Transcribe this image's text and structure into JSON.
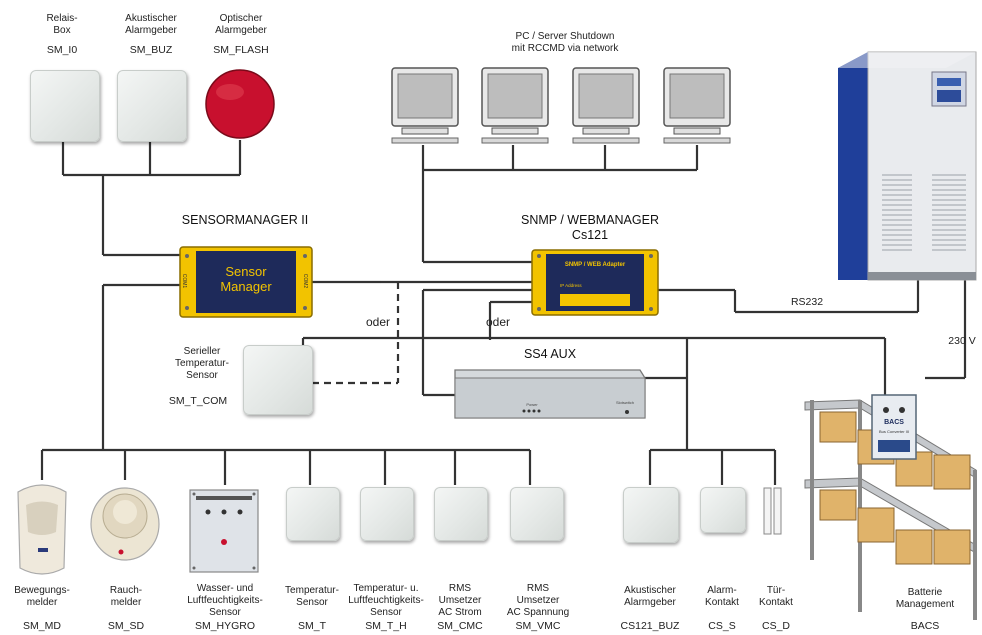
{
  "top_devices": {
    "relais": {
      "label": "Relais-\nBox",
      "code": "SM_I0"
    },
    "buzzer": {
      "label": "Akustischer\nAlarmgeber",
      "code": "SM_BUZ"
    },
    "flash": {
      "label": "Optischer\nAlarmgeber",
      "code": "SM_FLASH"
    }
  },
  "pc_group": {
    "label": "PC / Server Shutdown\nmit RCCMD via network"
  },
  "sensormanager": {
    "title": "SENSORMANAGER II",
    "screen_text": "Sensor\nManager",
    "side_left": "COM1",
    "side_right": "COM2"
  },
  "snmp": {
    "title": "SNMP / WEBMANAGER\nCs121",
    "panel_text": "SNMP / WEB  Adapter",
    "sub_text": "IP Address"
  },
  "connections": {
    "oder_1": "oder",
    "oder_2": "oder",
    "rs232": "RS232",
    "voltage": "230 V"
  },
  "serial_sensor": {
    "label": "Serieller\nTemperatur-\nSensor",
    "code": "SM_T_COM"
  },
  "ss4": {
    "title": "SS4 AUX",
    "front_text": "Power",
    "right_text": "Slotswitch"
  },
  "bacs": {
    "module_title": "BACS",
    "module_sub": "Bus Converter III",
    "label": "Batterie\nManagement",
    "code": "BACS"
  },
  "bottom_devices": [
    {
      "label": "Bewegungs-\nmelder",
      "code": "SM_MD"
    },
    {
      "label": "Rauch-\nmelder",
      "code": "SM_SD"
    },
    {
      "label": "Wasser- und\nLuftfeuchtigkeits-\nSensor",
      "code": "SM_HYGRO"
    },
    {
      "label": "Temperatur-\nSensor",
      "code": "SM_T"
    },
    {
      "label": "Temperatur- u.\nLuftfeuchtigkeits-\nSensor",
      "code": "SM_T_H"
    },
    {
      "label": "RMS\nUmsetzer\nAC Strom",
      "code": "SM_CMC"
    },
    {
      "label": "RMS\nUmsetzer\nAC Spannung",
      "code": "SM_VMC"
    },
    {
      "label": "Akustischer\nAlarmgeber",
      "code": "CS121_BUZ"
    },
    {
      "label": "Alarm-\nKontakt",
      "code": "CS_S"
    },
    {
      "label": "Tür-\nKontakt",
      "code": "CS_D"
    }
  ],
  "colors": {
    "line": "#333333",
    "flash_red": "#c8102e",
    "manager_yellow": "#f2c300",
    "manager_screen": "#1e2a5a",
    "ups_blue": "#1f3f9a"
  }
}
